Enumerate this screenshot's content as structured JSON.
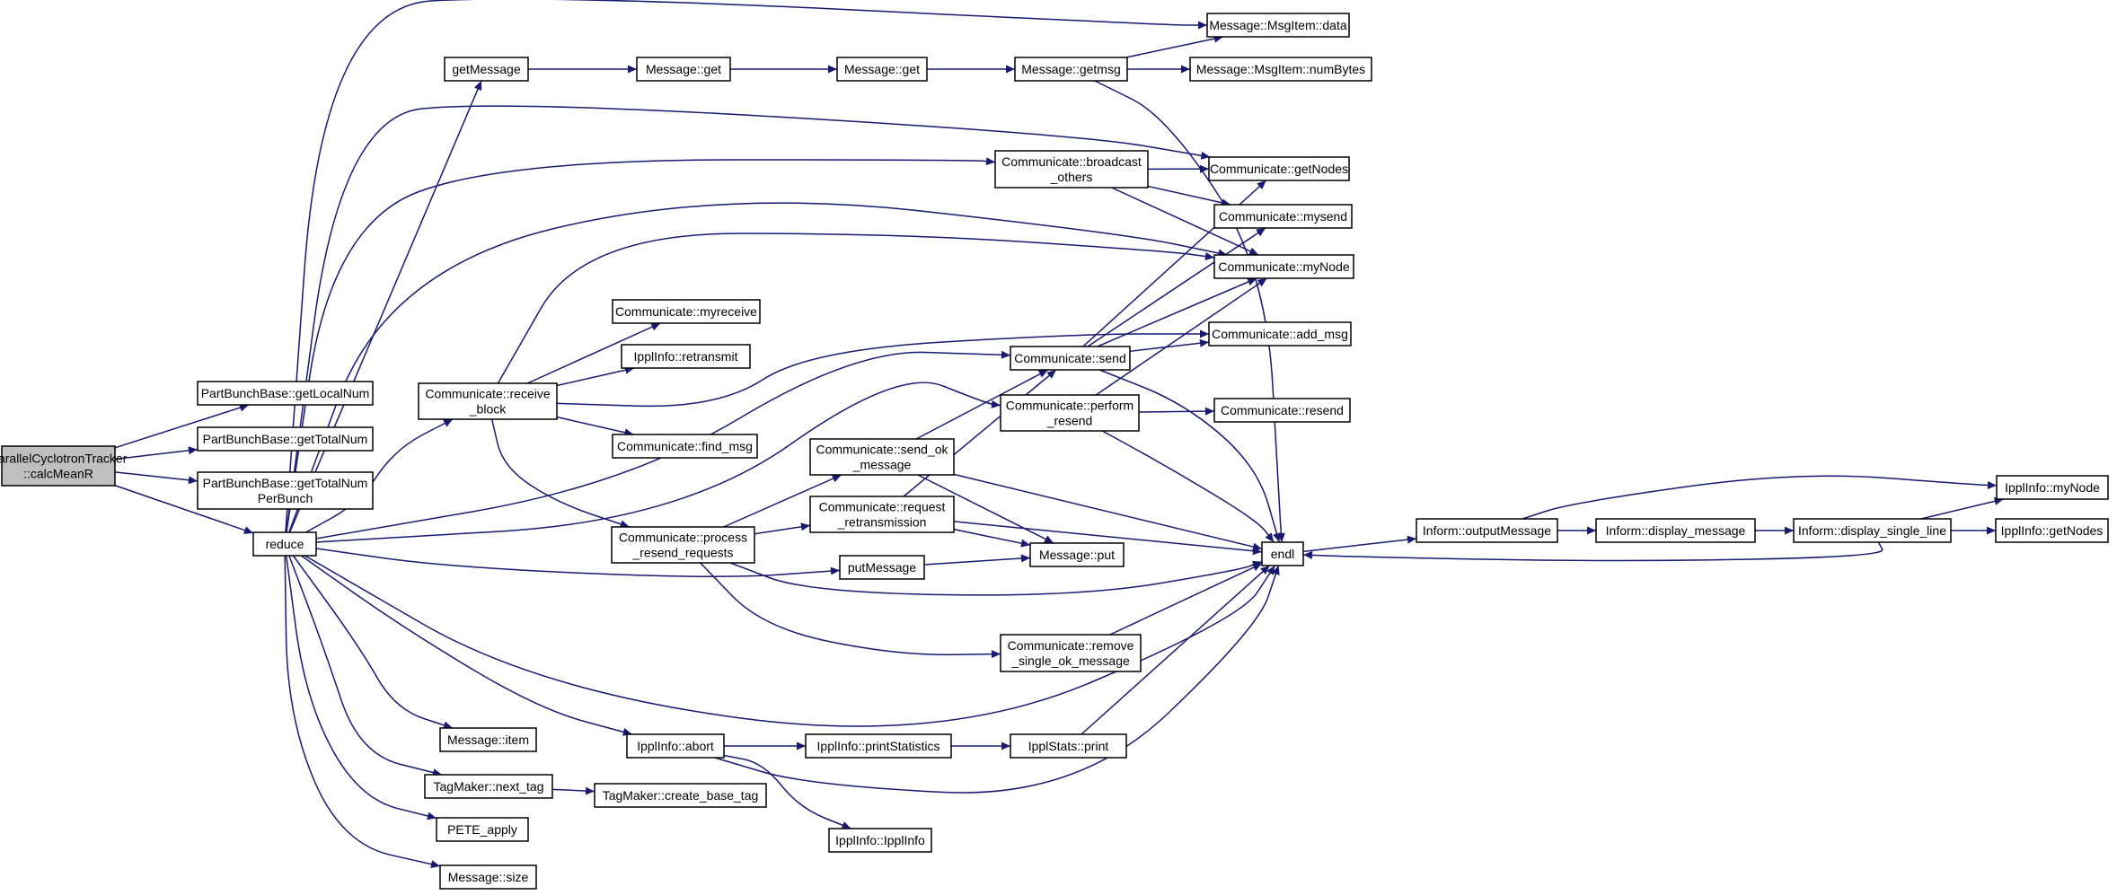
{
  "colors": {
    "edge": "#191970",
    "root_fill": "#bfbfbf",
    "node_fill": "#ffffff",
    "border": "#000000"
  },
  "nodes": [
    {
      "id": "root",
      "lines": [
        "ParallelCyclotronTracker",
        "::calcMeanR"
      ],
      "root": true
    },
    {
      "id": "getLocalNum",
      "lines": [
        "PartBunchBase::getLocalNum"
      ]
    },
    {
      "id": "getTotalNum",
      "lines": [
        "PartBunchBase::getTotalNum"
      ]
    },
    {
      "id": "getTotalNumPerBunch",
      "lines": [
        "PartBunchBase::getTotalNum",
        "PerBunch"
      ]
    },
    {
      "id": "reduce",
      "lines": [
        "reduce"
      ]
    },
    {
      "id": "getMessage",
      "lines": [
        "getMessage"
      ]
    },
    {
      "id": "msgGet1",
      "lines": [
        "Message::get"
      ]
    },
    {
      "id": "msgGet2",
      "lines": [
        "Message::get"
      ]
    },
    {
      "id": "getmsg",
      "lines": [
        "Message::getmsg"
      ]
    },
    {
      "id": "msgData",
      "lines": [
        "Message::MsgItem::data"
      ]
    },
    {
      "id": "numBytes",
      "lines": [
        "Message::MsgItem::numBytes"
      ]
    },
    {
      "id": "broadcast",
      "lines": [
        "Communicate::broadcast",
        "_others"
      ]
    },
    {
      "id": "getNodes",
      "lines": [
        "Communicate::getNodes"
      ]
    },
    {
      "id": "mysend",
      "lines": [
        "Communicate::mysend"
      ]
    },
    {
      "id": "myNode",
      "lines": [
        "Communicate::myNode"
      ]
    },
    {
      "id": "addMsg",
      "lines": [
        "Communicate::add_msg"
      ]
    },
    {
      "id": "receiveBlock",
      "lines": [
        "Communicate::receive",
        "_block"
      ]
    },
    {
      "id": "myreceive",
      "lines": [
        "Communicate::myreceive"
      ]
    },
    {
      "id": "retransmit",
      "lines": [
        "IpplInfo::retransmit"
      ]
    },
    {
      "id": "findMsg",
      "lines": [
        "Communicate::find_msg"
      ]
    },
    {
      "id": "send",
      "lines": [
        "Communicate::send"
      ]
    },
    {
      "id": "performResend",
      "lines": [
        "Communicate::perform",
        "_resend"
      ]
    },
    {
      "id": "resend",
      "lines": [
        "Communicate::resend"
      ]
    },
    {
      "id": "sendOk",
      "lines": [
        "Communicate::send_ok",
        "_message"
      ]
    },
    {
      "id": "processResend",
      "lines": [
        "Communicate::process",
        "_resend_requests"
      ]
    },
    {
      "id": "requestRetrans",
      "lines": [
        "Communicate::request",
        "_retransmission"
      ]
    },
    {
      "id": "putMessage",
      "lines": [
        "putMessage"
      ]
    },
    {
      "id": "msgPut",
      "lines": [
        "Message::put"
      ]
    },
    {
      "id": "endl",
      "lines": [
        "endl"
      ]
    },
    {
      "id": "removeOk",
      "lines": [
        "Communicate::remove",
        "_single_ok_message"
      ]
    },
    {
      "id": "outputMessage",
      "lines": [
        "Inform::outputMessage"
      ]
    },
    {
      "id": "displayMessage",
      "lines": [
        "Inform::display_message"
      ]
    },
    {
      "id": "displaySingleLine",
      "lines": [
        "Inform::display_single_line"
      ]
    },
    {
      "id": "ipplMyNode",
      "lines": [
        "IpplInfo::myNode"
      ]
    },
    {
      "id": "ipplGetNodes",
      "lines": [
        "IpplInfo::getNodes"
      ]
    },
    {
      "id": "msgItem",
      "lines": [
        "Message::item"
      ]
    },
    {
      "id": "abort",
      "lines": [
        "IpplInfo::abort"
      ]
    },
    {
      "id": "printStatistics",
      "lines": [
        "IpplInfo::printStatistics"
      ]
    },
    {
      "id": "statsPrint",
      "lines": [
        "IpplStats::print"
      ]
    },
    {
      "id": "nextTag",
      "lines": [
        "TagMaker::next_tag"
      ]
    },
    {
      "id": "createBaseTag",
      "lines": [
        "TagMaker::create_base_tag"
      ]
    },
    {
      "id": "peteApply",
      "lines": [
        "PETE_apply"
      ]
    },
    {
      "id": "ipplInfoCtor",
      "lines": [
        "IpplInfo::IpplInfo"
      ]
    },
    {
      "id": "msgSize",
      "lines": [
        "Message::size"
      ]
    }
  ],
  "edges": [
    [
      "root",
      "getLocalNum"
    ],
    [
      "root",
      "getTotalNum"
    ],
    [
      "root",
      "getTotalNumPerBunch"
    ],
    [
      "root",
      "reduce"
    ],
    [
      "reduce",
      "getMessage"
    ],
    [
      "reduce",
      "msgData"
    ],
    [
      "reduce",
      "getNodes"
    ],
    [
      "reduce",
      "broadcast"
    ],
    [
      "reduce",
      "myNode"
    ],
    [
      "reduce",
      "receiveBlock"
    ],
    [
      "reduce",
      "send"
    ],
    [
      "reduce",
      "performResend"
    ],
    [
      "reduce",
      "putMessage"
    ],
    [
      "reduce",
      "endl"
    ],
    [
      "reduce",
      "msgItem"
    ],
    [
      "reduce",
      "abort"
    ],
    [
      "reduce",
      "nextTag"
    ],
    [
      "reduce",
      "peteApply"
    ],
    [
      "reduce",
      "msgSize"
    ],
    [
      "getMessage",
      "msgGet1"
    ],
    [
      "msgGet1",
      "msgGet2"
    ],
    [
      "msgGet2",
      "getmsg"
    ],
    [
      "getmsg",
      "msgData"
    ],
    [
      "getmsg",
      "numBytes"
    ],
    [
      "getmsg",
      "endl"
    ],
    [
      "broadcast",
      "getNodes"
    ],
    [
      "broadcast",
      "mysend"
    ],
    [
      "broadcast",
      "myNode"
    ],
    [
      "receiveBlock",
      "myNode"
    ],
    [
      "receiveBlock",
      "myreceive"
    ],
    [
      "receiveBlock",
      "retransmit"
    ],
    [
      "receiveBlock",
      "addMsg"
    ],
    [
      "receiveBlock",
      "findMsg"
    ],
    [
      "receiveBlock",
      "processResend"
    ],
    [
      "send",
      "getNodes"
    ],
    [
      "send",
      "mysend"
    ],
    [
      "send",
      "myNode"
    ],
    [
      "send",
      "addMsg"
    ],
    [
      "send",
      "endl"
    ],
    [
      "performResend",
      "myNode"
    ],
    [
      "performResend",
      "resend"
    ],
    [
      "performResend",
      "endl"
    ],
    [
      "processResend",
      "sendOk"
    ],
    [
      "processResend",
      "requestRetrans"
    ],
    [
      "processResend",
      "endl"
    ],
    [
      "processResend",
      "removeOk"
    ],
    [
      "sendOk",
      "send"
    ],
    [
      "sendOk",
      "msgPut"
    ],
    [
      "sendOk",
      "endl"
    ],
    [
      "requestRetrans",
      "send"
    ],
    [
      "requestRetrans",
      "msgPut"
    ],
    [
      "requestRetrans",
      "endl"
    ],
    [
      "putMessage",
      "msgPut"
    ],
    [
      "removeOk",
      "endl"
    ],
    [
      "endl",
      "outputMessage"
    ],
    [
      "outputMessage",
      "displayMessage"
    ],
    [
      "outputMessage",
      "ipplMyNode"
    ],
    [
      "displayMessage",
      "displaySingleLine"
    ],
    [
      "displaySingleLine",
      "endl"
    ],
    [
      "displaySingleLine",
      "ipplMyNode"
    ],
    [
      "displaySingleLine",
      "ipplGetNodes"
    ],
    [
      "abort",
      "printStatistics"
    ],
    [
      "abort",
      "endl"
    ],
    [
      "abort",
      "ipplInfoCtor"
    ],
    [
      "printStatistics",
      "statsPrint"
    ],
    [
      "statsPrint",
      "endl"
    ],
    [
      "nextTag",
      "createBaseTag"
    ]
  ]
}
